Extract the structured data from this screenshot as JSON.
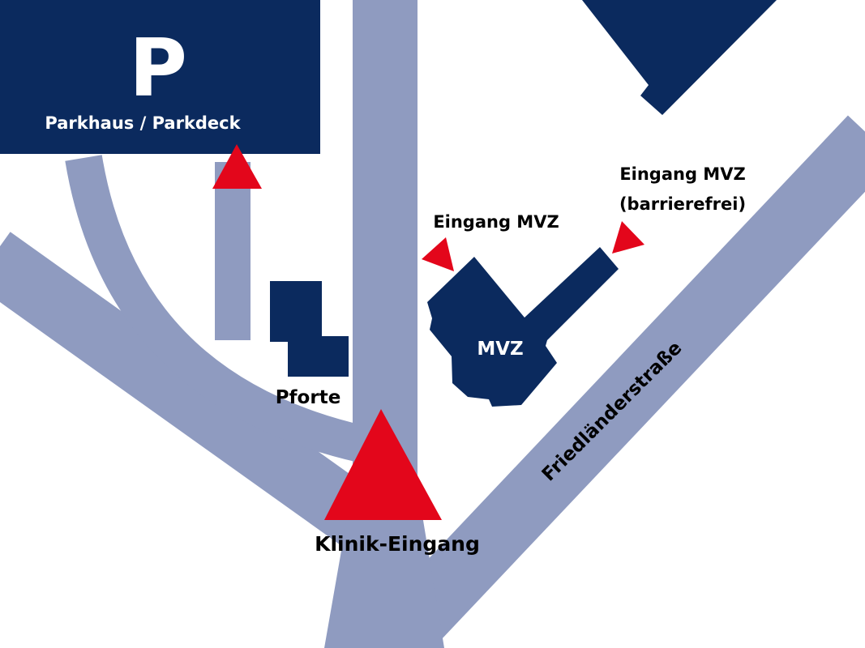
{
  "colors": {
    "road": "#8f9bc0",
    "building": "#0b2a5e",
    "marker": "#e3061b",
    "background": "#ffffff"
  },
  "parking": {
    "symbol": "P",
    "label": "Parkhaus / Parkdeck"
  },
  "gatehouse": {
    "label": "Pforte"
  },
  "mvz": {
    "label": "MVZ",
    "entrance_label": "Eingang MVZ",
    "accessible_entrance_line1": "Eingang MVZ",
    "accessible_entrance_line2": "(barrierefrei)"
  },
  "main_entrance": {
    "label": "Klinik-Eingang"
  },
  "street": {
    "name": "Friedländerstraße"
  }
}
